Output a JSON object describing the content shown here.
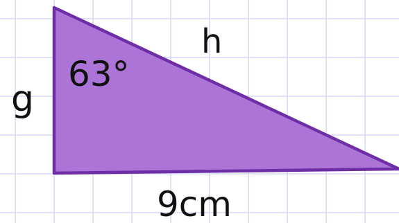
{
  "diagram": {
    "labels": {
      "angle": "63°",
      "hypotenuse": "h",
      "vertical_side": "g",
      "base": "9cm"
    },
    "colors": {
      "background": "#ffffff",
      "grid": "#d8d8f4",
      "triangle_fill": "#ab74d6",
      "triangle_stroke": "#6e2ea6",
      "text": "#111111"
    }
  }
}
